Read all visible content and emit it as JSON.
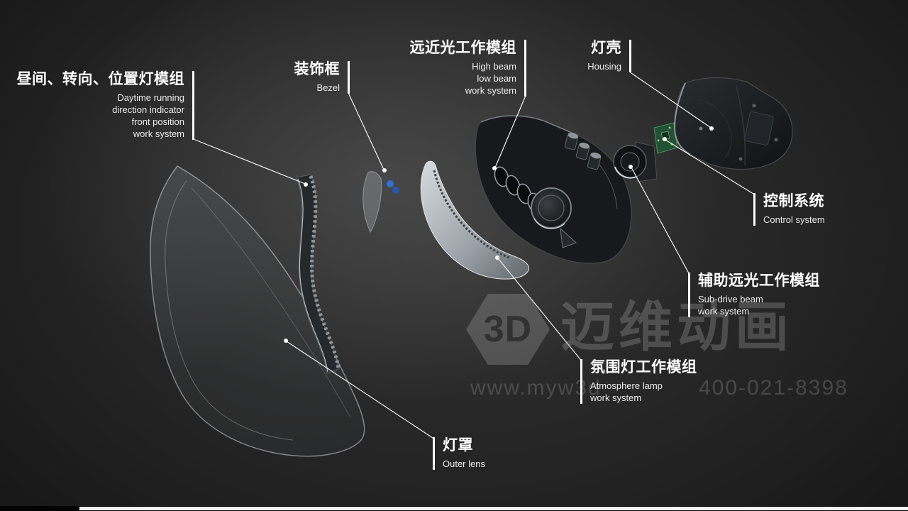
{
  "labels": [
    {
      "id": "daytime-module",
      "zh": "昼间、转向、位置灯模组",
      "en": [
        "Daytime running",
        "direction indicator",
        "front position",
        "work system"
      ]
    },
    {
      "id": "bezel",
      "zh": "装饰框",
      "en": [
        "Bezel"
      ]
    },
    {
      "id": "high-low-beam-module",
      "zh": "远近光工作模组",
      "en": [
        "High beam",
        "low beam",
        "work system"
      ]
    },
    {
      "id": "housing",
      "zh": "灯壳",
      "en": [
        "Housing"
      ]
    },
    {
      "id": "control-system",
      "zh": "控制系统",
      "en": [
        "Control system"
      ]
    },
    {
      "id": "sub-drive-beam-module",
      "zh": "辅助远光工作模组",
      "en": [
        "Sub-drive beam",
        "work system"
      ]
    },
    {
      "id": "atmosphere-lamp-module",
      "zh": "氛围灯工作模组",
      "en": [
        "Atmosphere lamp",
        "work system"
      ]
    },
    {
      "id": "outer-lens",
      "zh": "灯罩",
      "en": [
        "Outer lens"
      ]
    }
  ],
  "watermark": {
    "logo_text": "3D",
    "brand": "迈维动画",
    "url": "www.myw3d",
    "phone": "400-021-8398"
  },
  "colors": {
    "background_center": "#333333",
    "background_edge": "#101010",
    "label_text": "#ffffff",
    "leader_line": "#f2f2f2",
    "watermark_gray": "#a8a8a8",
    "connector_blue": "#2f6fd8",
    "pcb_green": "#215233"
  }
}
